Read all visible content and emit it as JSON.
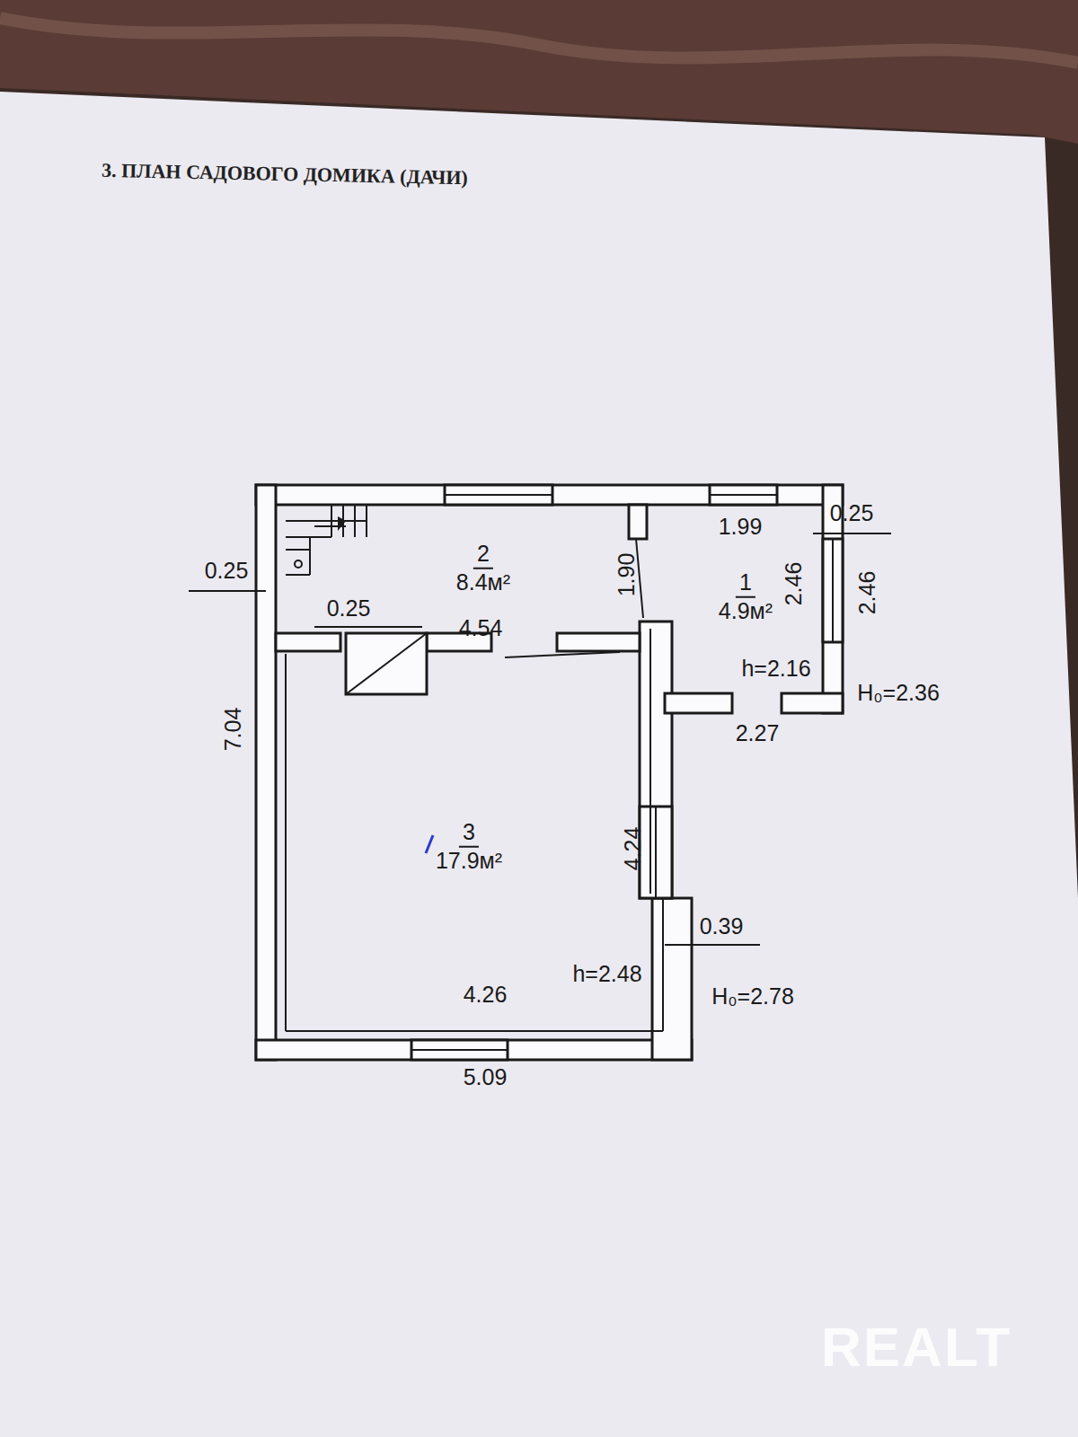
{
  "diagram": {
    "title": "3. ПЛАН САДОВОГО ДОМИКА (ДАЧИ)",
    "nodes": [
      {
        "text": [
          "2",
          "8.4м²"
        ]
      },
      {
        "text": [
          "1",
          "4.9м²"
        ]
      },
      {
        "text": [
          "3",
          "17.9м²"
        ]
      }
    ],
    "labels": [
      "0.25",
      "0.25",
      "4.54",
      "1.90",
      "1.99",
      "0.25",
      "2.46",
      "2.46",
      "h=2.16",
      "H₀=2.36",
      "2.27",
      "7.04",
      "4.24",
      "0.39",
      "h=2.48",
      "H₀=2.78",
      "4.26",
      "5.09",
      "REALT"
    ]
  }
}
